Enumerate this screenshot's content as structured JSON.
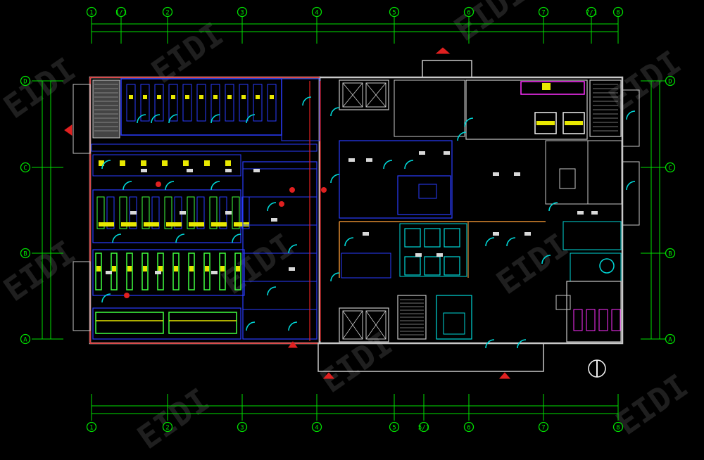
{
  "watermark": {
    "text": "EIDI"
  },
  "colors": {
    "background": "#000000",
    "grid": "#00e000",
    "wall_outer": "#c8c8c8",
    "wall_red": "#e02020",
    "door": "#00d8d8",
    "partition_blue": "#2a3cff",
    "partition_orange": "#e08a30",
    "fixture_yellow": "#e8e800",
    "fixture_green": "#40ff40",
    "accent_magenta": "#ff30ff",
    "white": "#f0f0f0"
  },
  "grid": {
    "top_axes": [
      "1",
      "1/1",
      "2",
      "3",
      "4",
      "5",
      "6",
      "7",
      "7/1",
      "8"
    ],
    "bottom_axes": [
      "1",
      "2",
      "3",
      "4",
      "5",
      "5/1",
      "6",
      "7",
      "8"
    ],
    "left_axes": [
      "D",
      "C",
      "B",
      "A"
    ],
    "right_axes": [
      "D",
      "C",
      "B",
      "A"
    ]
  }
}
